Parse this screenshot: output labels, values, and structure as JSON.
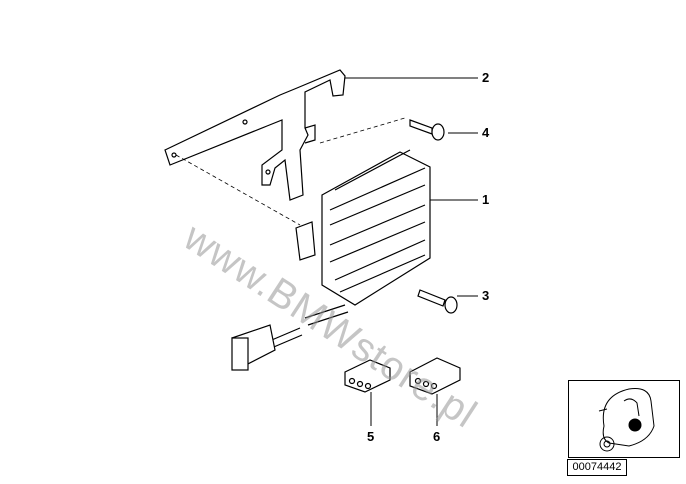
{
  "callouts": [
    {
      "id": "1",
      "label": "1"
    },
    {
      "id": "2",
      "label": "2"
    },
    {
      "id": "3",
      "label": "3"
    },
    {
      "id": "4",
      "label": "4"
    },
    {
      "id": "5",
      "label": "5"
    },
    {
      "id": "6",
      "label": "6"
    }
  ],
  "parts": [
    "voltage-regulator",
    "bracket",
    "hex-bolt",
    "hex-bolt",
    "connector-housing",
    "connector-housing",
    "plug"
  ],
  "reference_number": "00074442",
  "watermark": "www.BMWstore.pl"
}
